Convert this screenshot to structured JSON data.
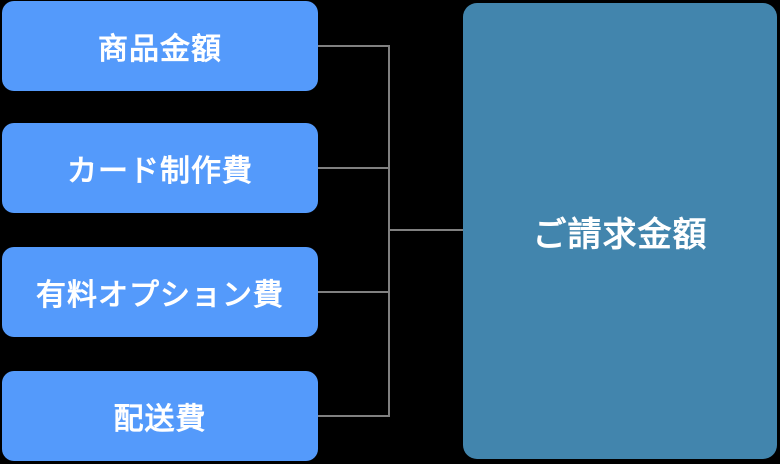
{
  "diagram": {
    "title": "billing-amount-composition",
    "source_items": [
      {
        "label": "商品金額"
      },
      {
        "label": "カード制作費"
      },
      {
        "label": "有料オプション費"
      },
      {
        "label": "配送費"
      }
    ],
    "result_item": {
      "label": "ご請求金額"
    }
  },
  "colors": {
    "background": "#000000",
    "source_box": "#549AFB",
    "result_box": "#4285AD",
    "connector": "#808080",
    "text": "#FFFFFF"
  }
}
